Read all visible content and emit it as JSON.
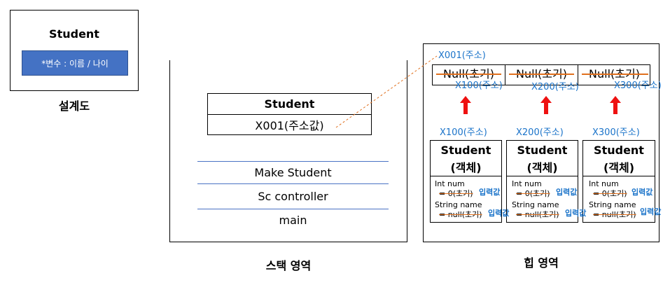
{
  "blueprint": {
    "title": "Student",
    "variables": "*변수 : 이름 / 나이",
    "caption": "설계도"
  },
  "stack": {
    "box_title": "Student",
    "box_value": "X001(주소값)",
    "frames": [
      "Make Student",
      "Sc controller",
      "main"
    ],
    "caption": "스택 영역"
  },
  "heap": {
    "array_address": "X001(주소)",
    "caption": "힙 영역",
    "slots": [
      {
        "value": "Null(초기)",
        "address": "X100(주소)"
      },
      {
        "value": "Null(초기)",
        "address": "X200(주소)"
      },
      {
        "value": "Null(초기)",
        "address": "X300(주소)"
      }
    ],
    "objects": [
      {
        "address": "X100(주소)",
        "title": "Student",
        "subtitle": "(객체)",
        "f1_label": "Int num",
        "f1_value": "= 0(초기)",
        "f1_new": "입력값",
        "f2_label": "String name",
        "f2_value": "= null(초기)",
        "f2_new": "입력값"
      },
      {
        "address": "X200(주소)",
        "title": "Student",
        "subtitle": "(객체)",
        "f1_label": "Int num",
        "f1_value": "= 0(초기)",
        "f1_new": "입력값",
        "f2_label": "String name",
        "f2_value": "= null(초기)",
        "f2_new": "입력값"
      },
      {
        "address": "X300(주소)",
        "title": "Student",
        "subtitle": "(객체)",
        "f1_label": "Int num",
        "f1_value": "= 0(초기)",
        "f1_new": "입력값",
        "f2_label": "String name",
        "f2_value": "= null(초기)",
        "f2_new": "입력값"
      }
    ]
  },
  "colors": {
    "accent_blue": "#4472c4",
    "address_blue": "#1a73c9",
    "arrow_red": "#ee1111",
    "strike_orange": "#e0701e"
  }
}
